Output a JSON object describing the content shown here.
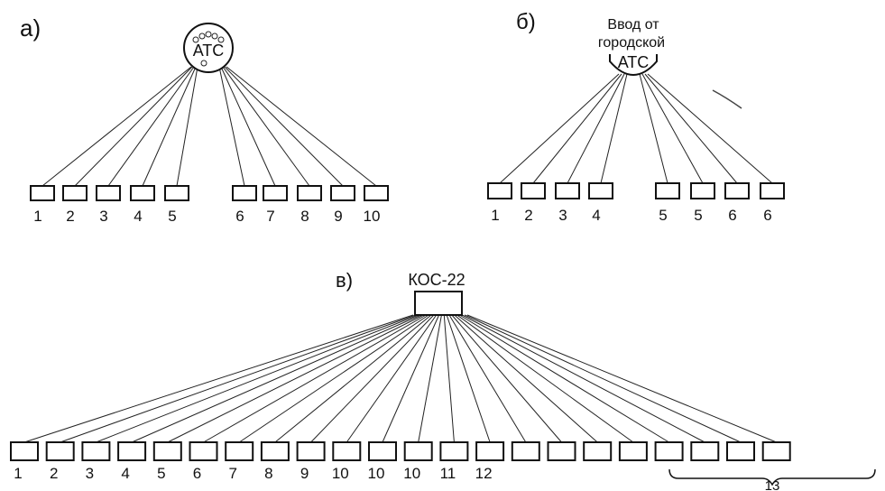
{
  "panels": {
    "a": {
      "letter": "а)",
      "hub_label": "АТС",
      "terminals": [
        "1",
        "2",
        "3",
        "4",
        "5",
        "6",
        "7",
        "8",
        "9",
        "10"
      ]
    },
    "b": {
      "letter": "б)",
      "caption_line1": "Ввод от",
      "caption_line2": "городской",
      "hub_label": "АТС",
      "terminals": [
        "1",
        "2",
        "3",
        "4",
        "5",
        "5",
        "6",
        "6"
      ]
    },
    "c": {
      "letter": "в)",
      "hub_label": "КОС-22",
      "terminals": [
        "1",
        "2",
        "3",
        "4",
        "5",
        "6",
        "7",
        "8",
        "9",
        "10",
        "10",
        "10",
        "11",
        "12",
        "",
        "",
        "",
        "",
        "",
        "",
        "",
        ""
      ],
      "group_label": "13"
    }
  }
}
